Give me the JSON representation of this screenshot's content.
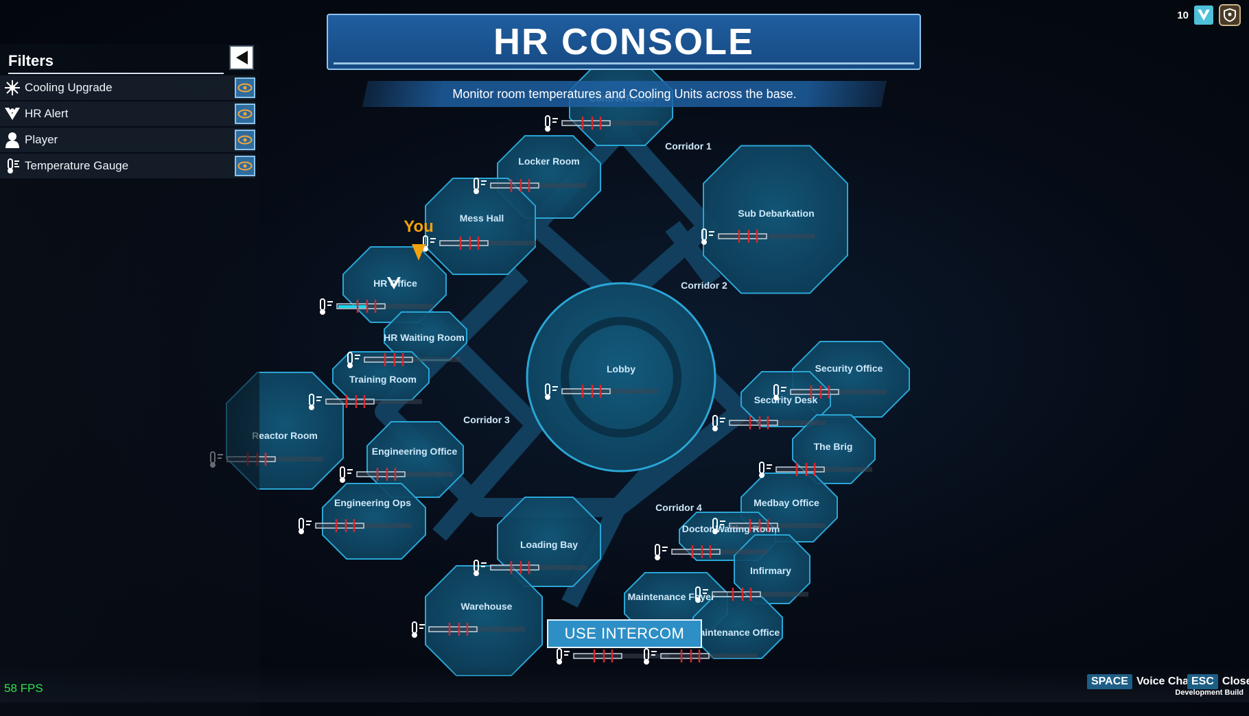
{
  "header": {
    "title": "HR CONSOLE",
    "subtitle": "Monitor room temperatures and Cooling Units across the base."
  },
  "filters": {
    "heading": "Filters",
    "items": [
      {
        "label": "Cooling Upgrade",
        "icon": "snowflake-icon",
        "visible": true
      },
      {
        "label": "HR Alert",
        "icon": "hr-alert-icon",
        "visible": true
      },
      {
        "label": "Player",
        "icon": "player-icon",
        "visible": true
      },
      {
        "label": "Temperature Gauge",
        "icon": "thermometer-icon",
        "visible": true
      }
    ]
  },
  "map": {
    "you_label": "You",
    "rooms": [
      "Control Room",
      "Locker Room",
      "Mess Hall",
      "HR Office",
      "HR Waiting Room",
      "Training Room",
      "Reactor Room",
      "Engineering Office",
      "Engineering Ops",
      "Loading Bay",
      "Warehouse",
      "Lobby",
      "Sub Debarkation",
      "Security Office",
      "Security Desk",
      "The Brig",
      "Medbay Office",
      "Doctor Waiting Room",
      "Infirmary",
      "Maintenance Foyer",
      "Maintenance Office"
    ],
    "corridors": [
      "Corridor 1",
      "Corridor 2",
      "Corridor 3",
      "Corridor 4"
    ]
  },
  "hud": {
    "hr_alert_count": "10",
    "intercom_button": "USE INTERCOM",
    "fps": "58 FPS",
    "voice_key": "SPACE",
    "voice_label": "Voice Chat",
    "close_key": "ESC",
    "close_label": "Close",
    "build_label": "Development Build"
  },
  "colors": {
    "accent": "#2e8fc6",
    "room_fill": "#0f4a66",
    "room_stroke": "#2aa6d6",
    "gauge_red": "#d9262c",
    "gauge_cyan": "#19d7ee",
    "you_marker": "#f2a20c"
  }
}
